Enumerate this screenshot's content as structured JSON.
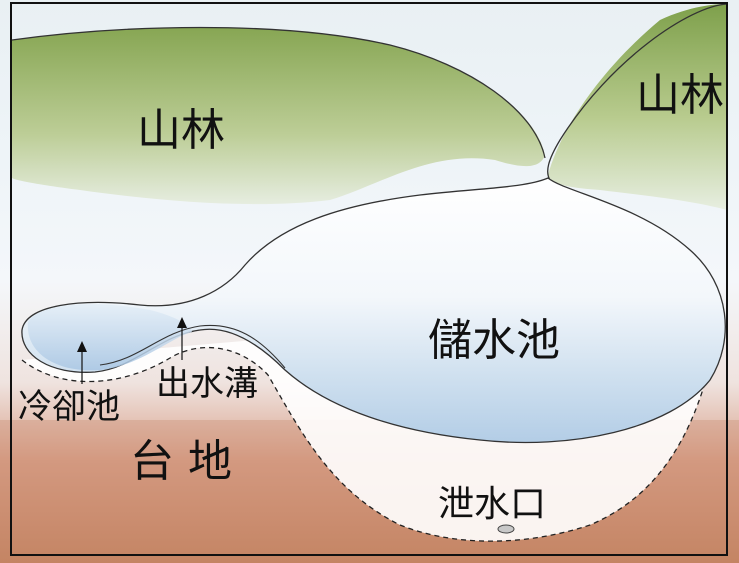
{
  "map": {
    "labels": {
      "forest_left": "山林",
      "forest_right": "山林",
      "reservoir": "儲水池",
      "drainage_ditch": "出水溝",
      "cooling_pond": "冷卻池",
      "plateau": "台 地",
      "spillway": "泄水口"
    },
    "colors": {
      "forest_green": "#8fad5a",
      "water_blue": "#b9d3ea",
      "sky_pale": "#eef4f9",
      "plateau_soil": "#c98a6e",
      "outline": "#333333",
      "frame": "#111111"
    }
  }
}
